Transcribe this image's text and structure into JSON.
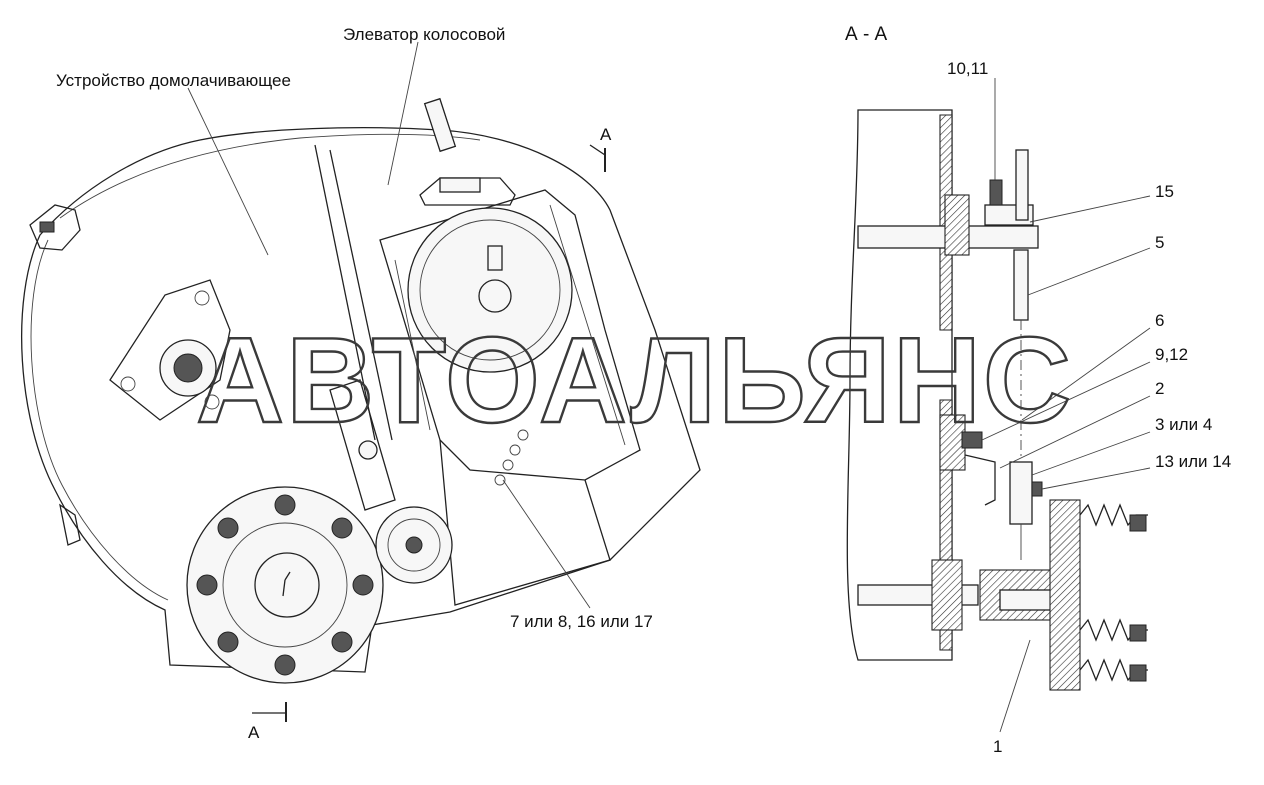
{
  "labels": {
    "elevator": "Элеватор колосовой",
    "thresher": "Устройство домолачивающее",
    "section_title": "А - А",
    "section_mark_top": "А",
    "section_mark_bottom": "А",
    "callout_7_8": "7 или 8, 16 или 17",
    "callout_10_11": "10,11",
    "callout_15": "15",
    "callout_5": "5",
    "callout_6": "6",
    "callout_9_12": "9,12",
    "callout_2": "2",
    "callout_3_4": "3 или 4",
    "callout_13_14": "13 или 14",
    "callout_1": "1"
  },
  "watermark": "АВТОАЛЬЯНС"
}
